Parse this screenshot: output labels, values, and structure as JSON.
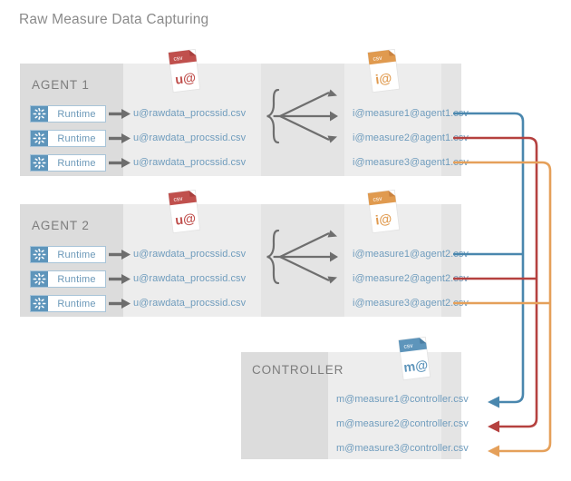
{
  "title": "Raw Measure Data Capturing",
  "colors": {
    "title_gray": "#8a8a8a",
    "panel_label_gray": "#dcdcdc",
    "panel_light_gray": "#ededed",
    "panel_mid_gray": "#e4e4e4",
    "file_text_blue": "#6f9cbd",
    "runtime_blue": "#5e95bb",
    "csv_red": "#c0504d",
    "csv_orange": "#e09a4f",
    "csv_blue": "#5e95bb",
    "line_blue": "#4a87ae",
    "line_red": "#b5413f",
    "line_orange": "#e5a05a",
    "arrow_gray": "#6e6e6e"
  },
  "groups": [
    {
      "id": "agent1",
      "name": "AGENT 1",
      "runtime_label": "Runtime",
      "runtime_icon": "sparkle-icon",
      "raw_file_icon": {
        "icon_name": "csv-file-icon",
        "badge": "csv",
        "label": "u@",
        "color": "#c0504d"
      },
      "raw_files": [
        "u@rawdata_procssid.csv",
        "u@rawdata_procssid.csv",
        "u@rawdata_procssid.csv"
      ],
      "out_file_icon": {
        "icon_name": "csv-file-icon",
        "badge": "csv",
        "label": "i@",
        "color": "#e09a4f"
      },
      "out_files": [
        "i@measure1@agent1.csv",
        "i@measure2@agent1.csv",
        "i@measure3@agent1.csv"
      ]
    },
    {
      "id": "agent2",
      "name": "AGENT 2",
      "runtime_label": "Runtime",
      "runtime_icon": "sparkle-icon",
      "raw_file_icon": {
        "icon_name": "csv-file-icon",
        "badge": "csv",
        "label": "u@",
        "color": "#c0504d"
      },
      "raw_files": [
        "u@rawdata_procssid.csv",
        "u@rawdata_procssid.csv",
        "u@rawdata_procssid.csv"
      ],
      "out_file_icon": {
        "icon_name": "csv-file-icon",
        "badge": "csv",
        "label": "i@",
        "color": "#e09a4f"
      },
      "out_files": [
        "i@measure1@agent2.csv",
        "i@measure2@agent2.csv",
        "i@measure3@agent2.csv"
      ]
    }
  ],
  "controller": {
    "id": "controller",
    "name": "CONTROLLER",
    "file_icon": {
      "icon_name": "csv-file-icon",
      "badge": "csv",
      "label": "m@",
      "color": "#5e95bb"
    },
    "files": [
      "m@measure1@controller.csv",
      "m@measure2@controller.csv",
      "m@measure3@controller.csv"
    ]
  },
  "connectors": [
    {
      "name": "measure1-connector",
      "color": "#4a87ae"
    },
    {
      "name": "measure2-connector",
      "color": "#b5413f"
    },
    {
      "name": "measure3-connector",
      "color": "#e5a05a"
    }
  ]
}
